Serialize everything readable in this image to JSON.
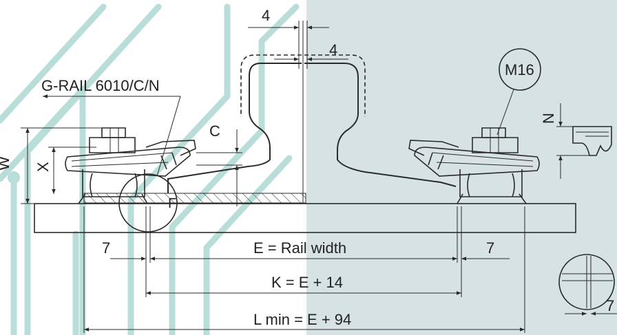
{
  "colors": {
    "right_panel_bg": "#d6e2e3",
    "decor_stroke": "#b9ddd9",
    "line": "#2a2a2a"
  },
  "labels": {
    "top_gap": "4",
    "inner_gap": "4",
    "product": "G-RAIL 6010/C/N",
    "bolt_size": "M16",
    "height_w": "W",
    "height_x": "X",
    "height_c": "C",
    "height_n": "N",
    "detail_f": "F",
    "left_offset": "7",
    "right_offset": "7",
    "rail_width": "E = Rail width",
    "k_width": "K = E + 14",
    "l_min": "L min = E + 94",
    "detail_offset": "7"
  }
}
